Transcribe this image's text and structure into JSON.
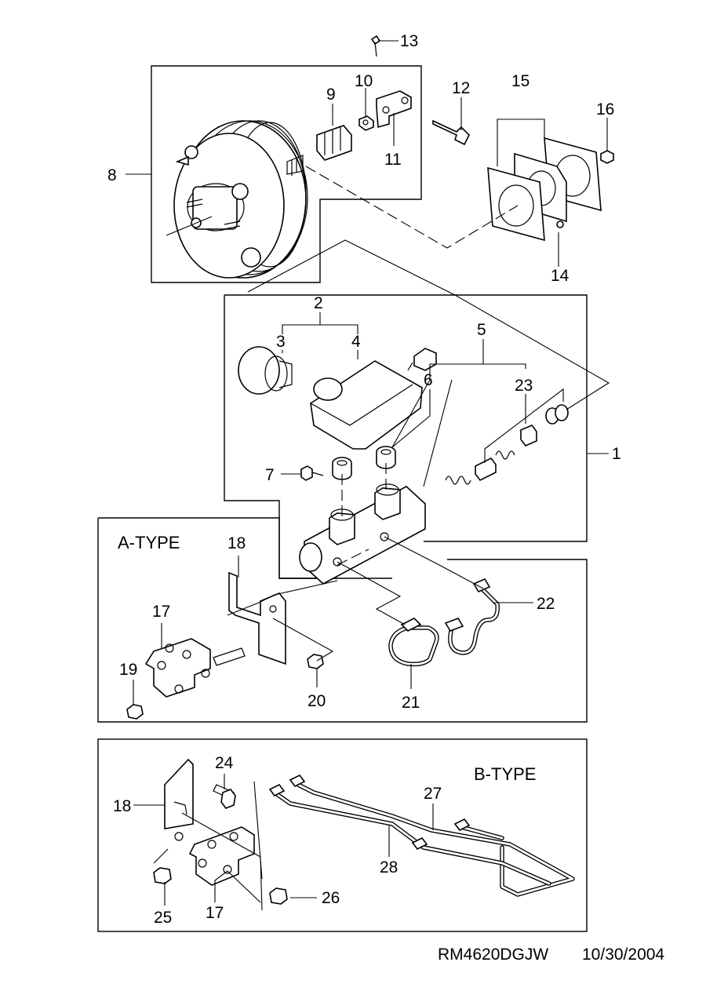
{
  "diagram": {
    "callouts": {
      "c1": "1",
      "c2": "2",
      "c3": "3",
      "c4": "4",
      "c5": "5",
      "c6": "6",
      "c7": "7",
      "c8": "8",
      "c9": "9",
      "c10": "10",
      "c11": "11",
      "c12": "12",
      "c13": "13",
      "c14": "14",
      "c15": "15",
      "c16": "16",
      "c17a": "17",
      "c17b": "17",
      "c18a": "18",
      "c18b": "18",
      "c19": "19",
      "c20": "20",
      "c21": "21",
      "c22": "22",
      "c23": "23",
      "c24": "24",
      "c25": "25",
      "c26": "26",
      "c27": "27",
      "c28": "28"
    },
    "type_labels": {
      "a": "A-TYPE",
      "b": "B-TYPE"
    },
    "footer": {
      "code": "RM4620DGJW",
      "date": "10/30/2004"
    }
  }
}
